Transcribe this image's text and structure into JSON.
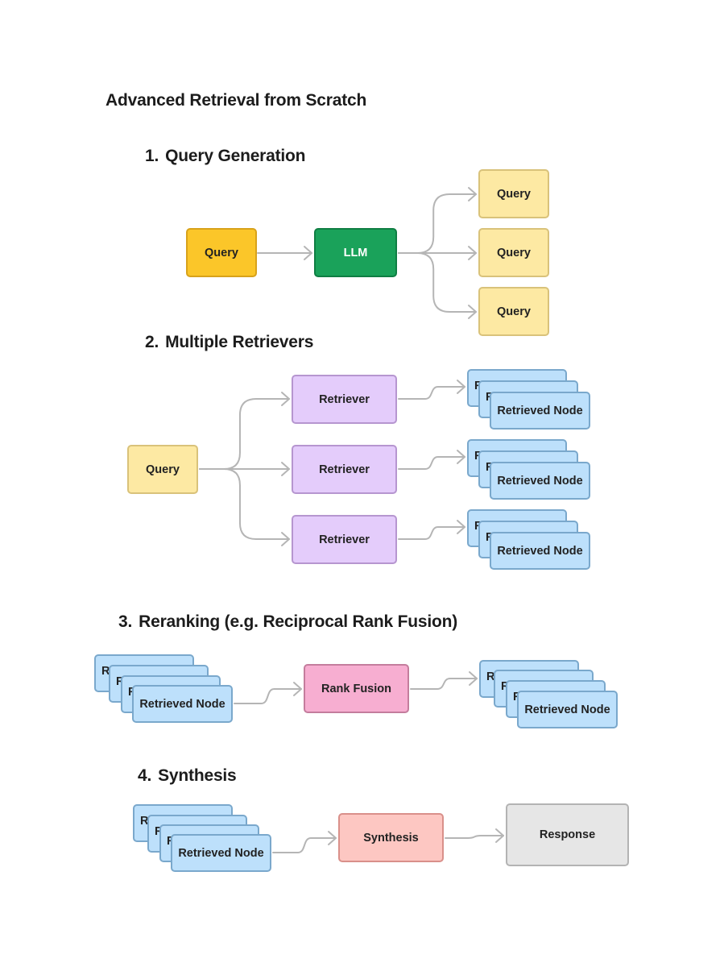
{
  "title": "Advanced Retrieval from Scratch",
  "sections": [
    {
      "number": "1.",
      "label": "Query Generation"
    },
    {
      "number": "2.",
      "label": "Multiple Retrievers"
    },
    {
      "number": "3.",
      "label": "Reranking (e.g. Reciprocal Rank Fusion)"
    },
    {
      "number": "4.",
      "label": "Synthesis"
    }
  ],
  "nodes": {
    "query": "Query",
    "llm": "LLM",
    "retriever": "Retriever",
    "retrieved_node": "Retrieved Node",
    "rank_fusion": "Rank Fusion",
    "synthesis": "Synthesis",
    "response": "Response"
  },
  "colors": {
    "query_primary": "#fbc629",
    "query": "#fde9a3",
    "llm": "#1aa25a",
    "retriever": "#e4ccfb",
    "retrieved_node": "#bde0fb",
    "rank_fusion": "#f7aed1",
    "synthesis": "#fdc7c2",
    "response": "#e6e6e6",
    "edge": "#b5b5b5"
  }
}
